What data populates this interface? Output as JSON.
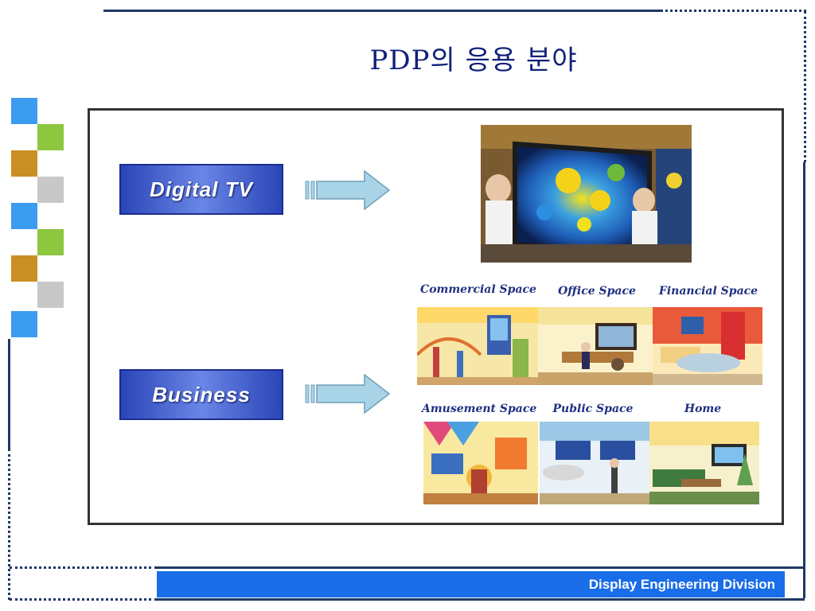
{
  "slide": {
    "title": "PDP의 응용 분야",
    "footer": "Display Engineering Division"
  },
  "categories": [
    {
      "label": "Digital TV",
      "image": "large-pdp-tv-photo"
    },
    {
      "label": "Business",
      "image": "business-spaces-grid"
    }
  ],
  "spaces": [
    {
      "label": "Commercial Space"
    },
    {
      "label": "Office Space"
    },
    {
      "label": "Financial Space"
    },
    {
      "label": "Amusement Space"
    },
    {
      "label": "Public Space"
    },
    {
      "label": "Home"
    }
  ],
  "colors": {
    "frame": "#1f3864",
    "footer_bg": "#1a6de8",
    "button_blue": "#2a45b8",
    "arrow_fill": "#a9d3e6",
    "title": "#10207a",
    "square_blue": "#3c9cf0",
    "square_green": "#8dc63f",
    "square_gold": "#c98f24",
    "square_gray": "#c8c8c8"
  }
}
